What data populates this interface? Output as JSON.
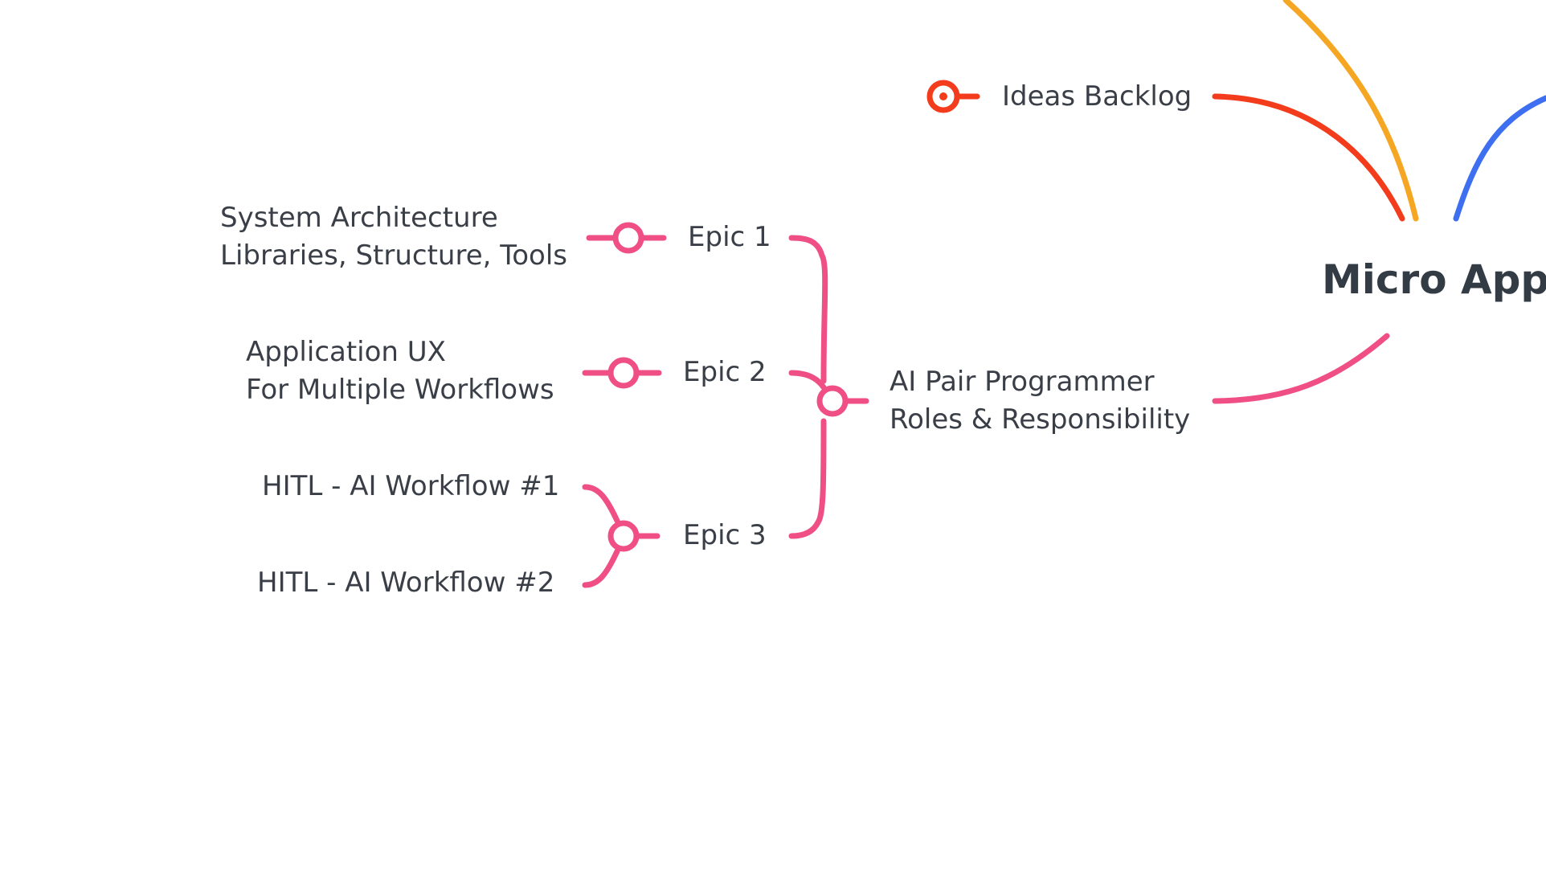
{
  "root": {
    "label": "Micro Apps"
  },
  "nodes": {
    "ideas_backlog": {
      "label": "Ideas Backlog"
    },
    "ai_pair": {
      "line1": "AI Pair Programmer",
      "line2": "Roles & Responsibility"
    },
    "epic1": {
      "label": "Epic 1"
    },
    "epic2": {
      "label": "Epic 2"
    },
    "epic3": {
      "label": "Epic 3"
    },
    "system_architecture": {
      "line1": "System Architecture",
      "line2": "Libraries, Structure, Tools"
    },
    "application_ux": {
      "line1": "Application UX",
      "line2": "For Multiple Workflows"
    },
    "hitl1": {
      "label": "HITL - AI Workflow #1"
    },
    "hitl2": {
      "label": "HITL - AI Workflow #2"
    }
  },
  "colors": {
    "pink": "#ef4f84",
    "red": "#f23c1c",
    "orange": "#f5a623",
    "blue": "#3d6ff0",
    "text": "#3a3f47"
  },
  "icons": {
    "collapse": "circle-collapse-icon",
    "target": "target-icon"
  }
}
